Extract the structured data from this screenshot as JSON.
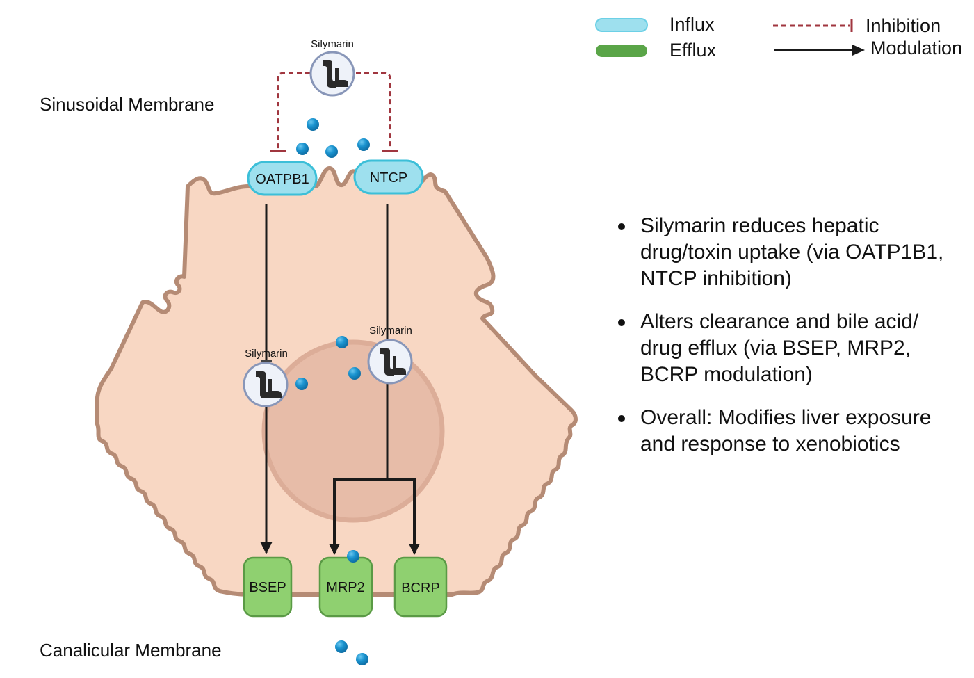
{
  "labels": {
    "sinusoidal_membrane": "Sinusoidal Membrane",
    "canalicular_membrane": "Canalicular Membrane"
  },
  "legend": {
    "influx": {
      "label": "Influx",
      "color": "#9ee0ee"
    },
    "efflux": {
      "label": "Efflux",
      "color": "#5aa548"
    },
    "inhibition": {
      "label": "Inhibition",
      "color": "#a0363f",
      "style": "dashed-tee"
    },
    "modulation": {
      "label": "Modulation",
      "color": "#1a1a1a",
      "style": "solid-arrow"
    }
  },
  "transporters": {
    "influx": [
      {
        "name": "OATPB1"
      },
      {
        "name": "NTCP"
      }
    ],
    "efflux": [
      {
        "name": "BSEP"
      },
      {
        "name": "MRP2"
      },
      {
        "name": "BCRP"
      }
    ]
  },
  "silymarin": {
    "label": "Silymarin",
    "icon": "silymarin-molecule-icon",
    "instances": [
      "extracellular",
      "oatpb1-pathway",
      "ntcp-pathway"
    ]
  },
  "colors": {
    "cell_fill": "#f8d7c3",
    "cell_outline": "#b58b75",
    "nucleus_fill": "#e7bca8",
    "nucleus_outline": "#dcad98",
    "influx_fill": "#9ee0ee",
    "influx_stroke": "#3cbfd8",
    "efflux_fill": "#8fd070",
    "efflux_stroke": "#5a9a45",
    "molecule": "#1a93cf",
    "inhibition": "#a0363f"
  },
  "bullets": [
    "Silymarin reduces hepatic drug/toxin uptake (via OATP1B1, NTCP inhibition)",
    "Alters clearance and bile acid/ drug efflux (via BSEP, MRP2, BCRP modulation)",
    "Overall: Modifies liver exposure and response to xenobiotics"
  ]
}
